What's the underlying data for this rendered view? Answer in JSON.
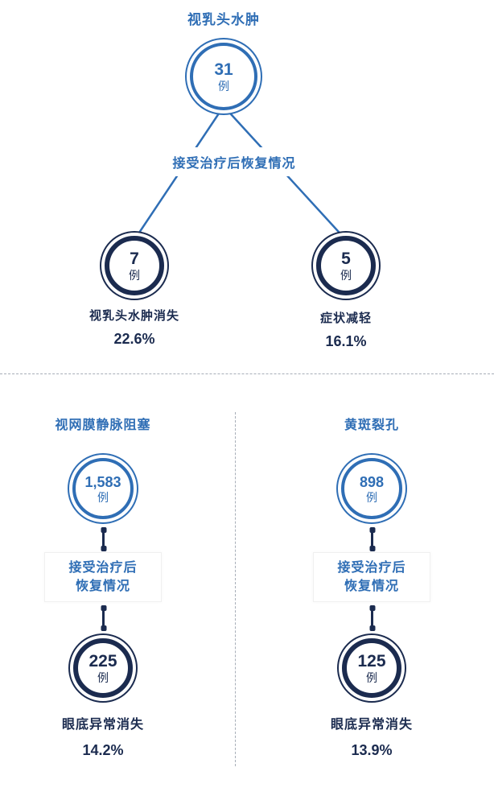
{
  "colors": {
    "blue": "#2f6eb5",
    "navy": "#1b2b4f"
  },
  "top": {
    "title": "视乳头水肿",
    "root": {
      "count": "31",
      "unit": "例"
    },
    "box_label": "接受治疗后恢复情况",
    "branches": [
      {
        "count": "7",
        "unit": "例",
        "label": "视乳头水肿消失",
        "percent": "22.6%"
      },
      {
        "count": "5",
        "unit": "例",
        "label": "症状减轻",
        "percent": "16.1%"
      }
    ]
  },
  "bottom_left": {
    "title": "视网膜静脉阻塞",
    "root": {
      "count": "1,583",
      "unit": "例"
    },
    "box_line1": "接受治疗后",
    "box_line2": "恢复情况",
    "result": {
      "count": "225",
      "unit": "例",
      "label": "眼底异常消失",
      "percent": "14.2%"
    }
  },
  "bottom_right": {
    "title": "黄斑裂孔",
    "root": {
      "count": "898",
      "unit": "例"
    },
    "box_line1": "接受治疗后",
    "box_line2": "恢复情况",
    "result": {
      "count": "125",
      "unit": "例",
      "label": "眼底异常消失",
      "percent": "13.9%"
    }
  }
}
